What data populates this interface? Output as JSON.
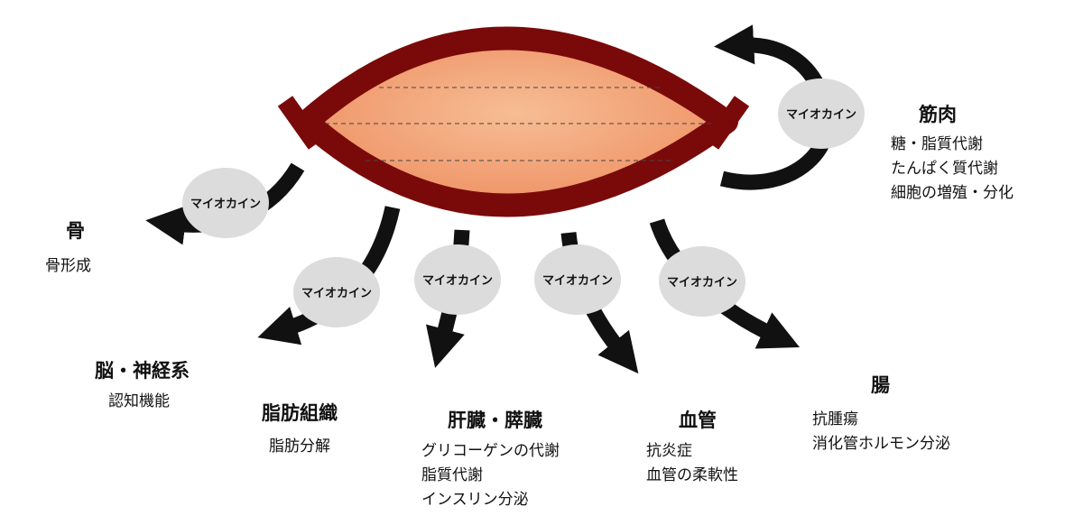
{
  "myokine_label": "マイオカイン",
  "organs": {
    "muscle": {
      "title": "筋肉",
      "lines": [
        "糖・脂質代謝",
        "たんぱく質代謝",
        "細胞の増殖・分化"
      ]
    },
    "bone": {
      "title": "骨",
      "lines": [
        "骨形成"
      ]
    },
    "brain": {
      "title": "脳・神経系",
      "lines": [
        "認知機能"
      ]
    },
    "adipose": {
      "title": "脂肪組織",
      "lines": [
        "脂肪分解"
      ]
    },
    "liver": {
      "title": "肝臓・膵臓",
      "lines": [
        "グリコーゲンの代謝",
        "脂質代謝",
        "インスリン分泌"
      ]
    },
    "vessel": {
      "title": "血管",
      "lines": [
        "抗炎症",
        "血管の柔軟性"
      ]
    },
    "gut": {
      "title": "腸",
      "lines": [
        "抗腫瘍",
        "消化管ホルモン分泌"
      ]
    }
  },
  "colors": {
    "muscle_outline": "#7a0a0a",
    "muscle_fill_center": "#f6b88e",
    "muscle_fill_edge": "#ef9366",
    "bubble": "#dcdcdc",
    "arrow": "#111111"
  }
}
